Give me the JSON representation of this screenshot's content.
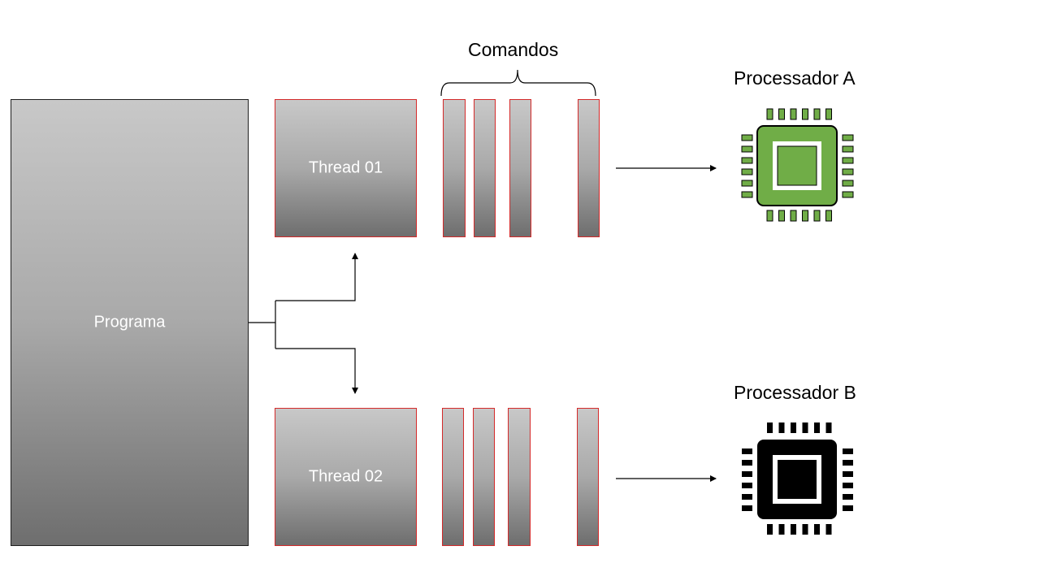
{
  "program": {
    "label": "Programa"
  },
  "threads": [
    {
      "label": "Thread 01"
    },
    {
      "label": "Thread 02"
    }
  ],
  "commands": {
    "label": "Comandos"
  },
  "processors": [
    {
      "label": "Processador A",
      "icon": "cpu-chip-icon",
      "color": "#70ad47"
    },
    {
      "label": "Processador B",
      "icon": "cpu-chip-icon",
      "color": "#000000"
    }
  ]
}
